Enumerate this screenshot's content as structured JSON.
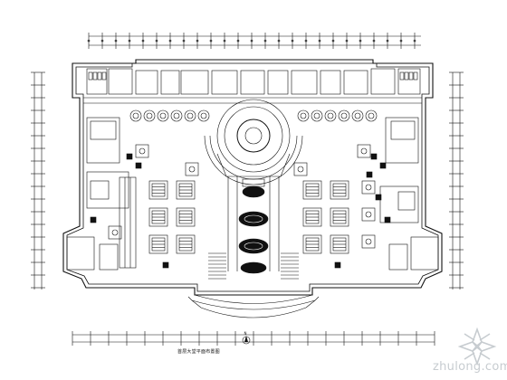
{
  "drawing": {
    "title": "首层大堂平面布置图",
    "north_mark": "N"
  },
  "watermark": {
    "text": "zhulong.com"
  },
  "colors": {
    "ink": "#111111",
    "watermark": "#c7ccd0"
  }
}
